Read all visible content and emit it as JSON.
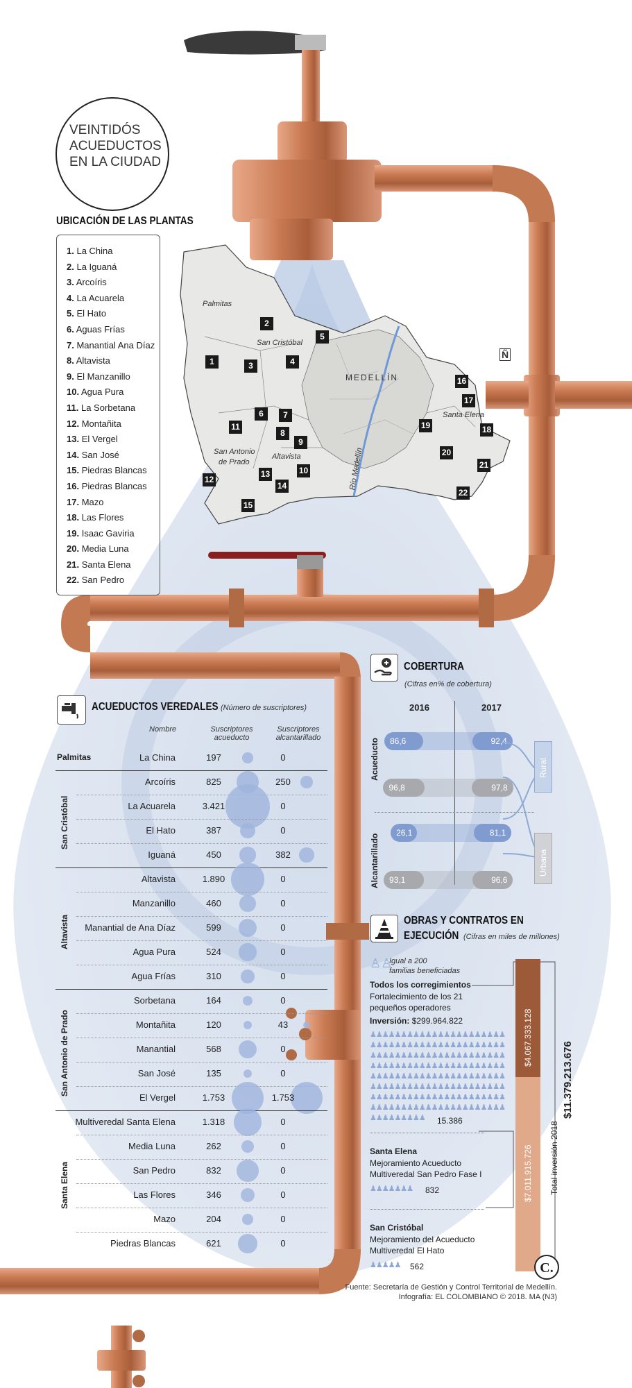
{
  "title": {
    "lines": [
      "VEINTIDÓS",
      "ACUEDUCTOS",
      "EN LA CIUDAD"
    ]
  },
  "plants": {
    "heading": "UBICACIÓN DE LAS PLANTAS",
    "items": [
      {
        "n": "1.",
        "name": "La China"
      },
      {
        "n": "2.",
        "name": "La Iguaná"
      },
      {
        "n": "3.",
        "name": "Arcoíris"
      },
      {
        "n": "4.",
        "name": "La Acuarela"
      },
      {
        "n": "5.",
        "name": "El Hato"
      },
      {
        "n": "6.",
        "name": "Aguas Frías"
      },
      {
        "n": "7.",
        "name": "Manantial Ana Díaz"
      },
      {
        "n": "8.",
        "name": "Altavista"
      },
      {
        "n": "9.",
        "name": "El Manzanillo"
      },
      {
        "n": "10.",
        "name": "Agua Pura"
      },
      {
        "n": "11.",
        "name": "La Sorbetana"
      },
      {
        "n": "12.",
        "name": "Montañita"
      },
      {
        "n": "13.",
        "name": "El Vergel"
      },
      {
        "n": "14.",
        "name": "San José"
      },
      {
        "n": "15.",
        "name": "Piedras Blancas"
      },
      {
        "n": "16.",
        "name": "Piedras Blancas"
      },
      {
        "n": "17.",
        "name": "Mazo"
      },
      {
        "n": "18.",
        "name": "Las Flores"
      },
      {
        "n": "19.",
        "name": "Isaac Gaviria"
      },
      {
        "n": "20.",
        "name": "Media Luna"
      },
      {
        "n": "21.",
        "name": "Santa Elena"
      },
      {
        "n": "22.",
        "name": "San Pedro"
      }
    ]
  },
  "map": {
    "labels": {
      "palmitas": "Palmitas",
      "san_cristobal": "San Cristóbal",
      "medellin": "MEDELLÍN",
      "santa_elena": "Santa Elena",
      "san_antonio": "San Antonio",
      "de_prado": "de Prado",
      "altavista": "Altavista",
      "rio": "Río Medellín",
      "north": "Ñ"
    },
    "markers": [
      "1",
      "2",
      "3",
      "4",
      "5",
      "6",
      "7",
      "8",
      "9",
      "10",
      "11",
      "12",
      "13",
      "14",
      "15",
      "16",
      "17",
      "18",
      "19",
      "20",
      "21",
      "22"
    ]
  },
  "veredales": {
    "heading": "ACUEDUCTOS VEREDALES",
    "subtitle": "(Número de suscriptores)",
    "col_name": "Nombre",
    "col_acueducto": [
      "Suscriptores",
      "acueducto"
    ],
    "col_alcantarillado": [
      "Suscriptores",
      "alcantarillado"
    ],
    "groups": [
      "Palmitas",
      "San Cristóbal",
      "Altavista",
      "San Antonio de Prado",
      "Santa Elena"
    ],
    "rows": [
      {
        "name": "La China",
        "acu": "197",
        "alc": "0",
        "acu_n": 197,
        "alc_n": 0
      },
      {
        "name": "Arcoíris",
        "acu": "825",
        "alc": "250",
        "acu_n": 825,
        "alc_n": 250
      },
      {
        "name": "La Acuarela",
        "acu": "3.421",
        "alc": "0",
        "acu_n": 3421,
        "alc_n": 0
      },
      {
        "name": "El Hato",
        "acu": "387",
        "alc": "0",
        "acu_n": 387,
        "alc_n": 0
      },
      {
        "name": "Iguaná",
        "acu": "450",
        "alc": "382",
        "acu_n": 450,
        "alc_n": 382
      },
      {
        "name": "Altavista",
        "acu": "1.890",
        "alc": "0",
        "acu_n": 1890,
        "alc_n": 0
      },
      {
        "name": "Manzanillo",
        "acu": "460",
        "alc": "0",
        "acu_n": 460,
        "alc_n": 0
      },
      {
        "name": "Manantial de Ana Díaz",
        "acu": "599",
        "alc": "0",
        "acu_n": 599,
        "alc_n": 0
      },
      {
        "name": "Agua Pura",
        "acu": "524",
        "alc": "0",
        "acu_n": 524,
        "alc_n": 0
      },
      {
        "name": "Agua Frías",
        "acu": "310",
        "alc": "0",
        "acu_n": 310,
        "alc_n": 0
      },
      {
        "name": "Sorbetana",
        "acu": "164",
        "alc": "0",
        "acu_n": 164,
        "alc_n": 0
      },
      {
        "name": "Montañita",
        "acu": "120",
        "alc": "43",
        "acu_n": 120,
        "alc_n": 43
      },
      {
        "name": "Manantial",
        "acu": "568",
        "alc": "0",
        "acu_n": 568,
        "alc_n": 0
      },
      {
        "name": "San José",
        "acu": "135",
        "alc": "0",
        "acu_n": 135,
        "alc_n": 0
      },
      {
        "name": "El Vergel",
        "acu": "1.753",
        "alc": "1.753",
        "acu_n": 1753,
        "alc_n": 1753
      },
      {
        "name": "Multiveredal Santa Elena",
        "acu": "1.318",
        "alc": "0",
        "acu_n": 1318,
        "alc_n": 0
      },
      {
        "name": "Media Luna",
        "acu": "262",
        "alc": "0",
        "acu_n": 262,
        "alc_n": 0
      },
      {
        "name": "San Pedro",
        "acu": "832",
        "alc": "0",
        "acu_n": 832,
        "alc_n": 0
      },
      {
        "name": "Las Flores",
        "acu": "346",
        "alc": "0",
        "acu_n": 346,
        "alc_n": 0
      },
      {
        "name": "Mazo",
        "acu": "204",
        "alc": "0",
        "acu_n": 204,
        "alc_n": 0
      },
      {
        "name": "Piedras Blancas",
        "acu": "621",
        "alc": "0",
        "acu_n": 621,
        "alc_n": 0
      }
    ]
  },
  "cobertura": {
    "heading": "COBERTURA",
    "subtitle": "(Cifras en% de cobertura)",
    "years": [
      "2016",
      "2017"
    ],
    "row_labels": [
      "Acueducto",
      "Alcantarillado"
    ],
    "zone_labels": [
      "Rural",
      "Urbana"
    ],
    "values": {
      "acueducto_rural": [
        "86,6",
        "92,4"
      ],
      "acueducto_urbana": [
        "96,8",
        "97,8"
      ],
      "alcantarillado_rural": [
        "26,1",
        "81,1"
      ],
      "alcantarillado_urbana": [
        "93,1",
        "96,6"
      ]
    },
    "colors": {
      "rural": "#7f9bd0",
      "urbana": "#a7a9ad"
    }
  },
  "obras": {
    "heading_line1": "OBRAS Y CONTRATOS EN",
    "heading_line2": "EJECUCIÓN",
    "subtitle": "(Cifras en miles de millones)",
    "legend": [
      "Igual a 200",
      "familias beneficiadas"
    ],
    "items": [
      {
        "place": "Todos los corregimientos",
        "desc": [
          "Fortalecimiento de los 21",
          "pequeños operadores"
        ],
        "inv_label": "Inversión:",
        "inv_value": "$299.964.822",
        "families": "15.386"
      },
      {
        "place": "Santa Elena",
        "desc": [
          "Mejoramiento Acueducto",
          "Multiveredal San Pedro Fase I"
        ],
        "families": "832"
      },
      {
        "place": "San Cristóbal",
        "desc": [
          "Mejoramiento del Acueducto",
          "Multiveredal El Hato"
        ],
        "families": "562"
      }
    ],
    "bar_top": "$4.067.333.128",
    "bar_bottom": "$7.011.915.726",
    "total_label": "Total inversión 2018",
    "total_value": "$11.379.213.676",
    "colors": {
      "dark": "#9c5a38",
      "light": "#e0a98a"
    }
  },
  "footer": {
    "line1": "Fuente: Secretaría de Gestión y Control Territorial de Medellín.",
    "line2": "Infografía: EL COLOMBIANO © 2018. MA (N3)",
    "logo": "C."
  },
  "colors": {
    "copper": "#c9825a",
    "drop": "#c9d5e8"
  }
}
